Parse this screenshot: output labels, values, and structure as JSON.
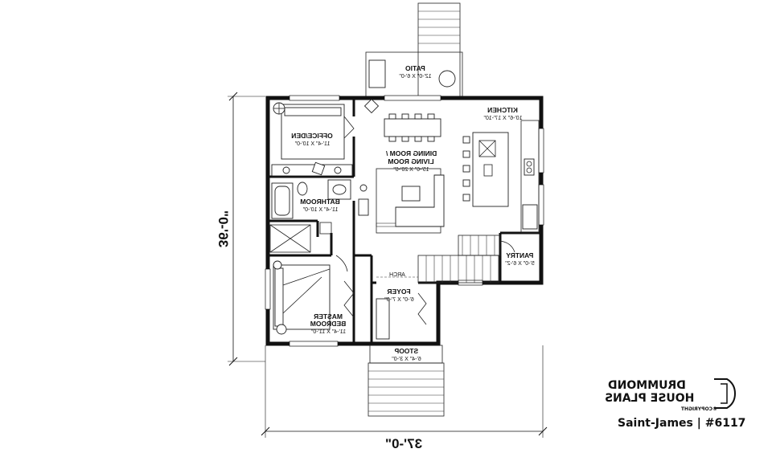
{
  "dimensions": {
    "width": "37'-0\"",
    "depth": "36'-0\""
  },
  "rooms": {
    "office": {
      "name": "OFFICE/DEN",
      "size": "11'-4\" X 10'-0\""
    },
    "bathroom": {
      "name": "BATHROOM",
      "size": "11'-4\" X 10'-0\""
    },
    "master": {
      "name1": "MASTER",
      "name2": "BEDROOM",
      "size": "11'-4\" X 11'-0\""
    },
    "dining": {
      "name1": "DINING ROOM /",
      "name2": "LIVING ROOM",
      "size": "15'-6\" X 20'-6\""
    },
    "kitchen": {
      "name": "KITCHEN",
      "size": "10'-6\" X 17'-10\""
    },
    "pantry": {
      "name": "PANTRY",
      "size": "5'-0\" X 6'-2\""
    },
    "foyer": {
      "name": "FOYER",
      "size": "6'-0\" X 7'-0\""
    },
    "stoop": {
      "name": "STOOP",
      "size": "6'-4\" X 3'-0\""
    },
    "patio": {
      "name": "PATIO",
      "size": "12'-0\" X 6'-0\""
    },
    "arch": "ARCH"
  },
  "brand": {
    "line1": "DRUMMOND",
    "line2": "HOUSE PLANS",
    "copyright": "©COPYRIGHT"
  },
  "plan_name": "Saint-James | #6117"
}
